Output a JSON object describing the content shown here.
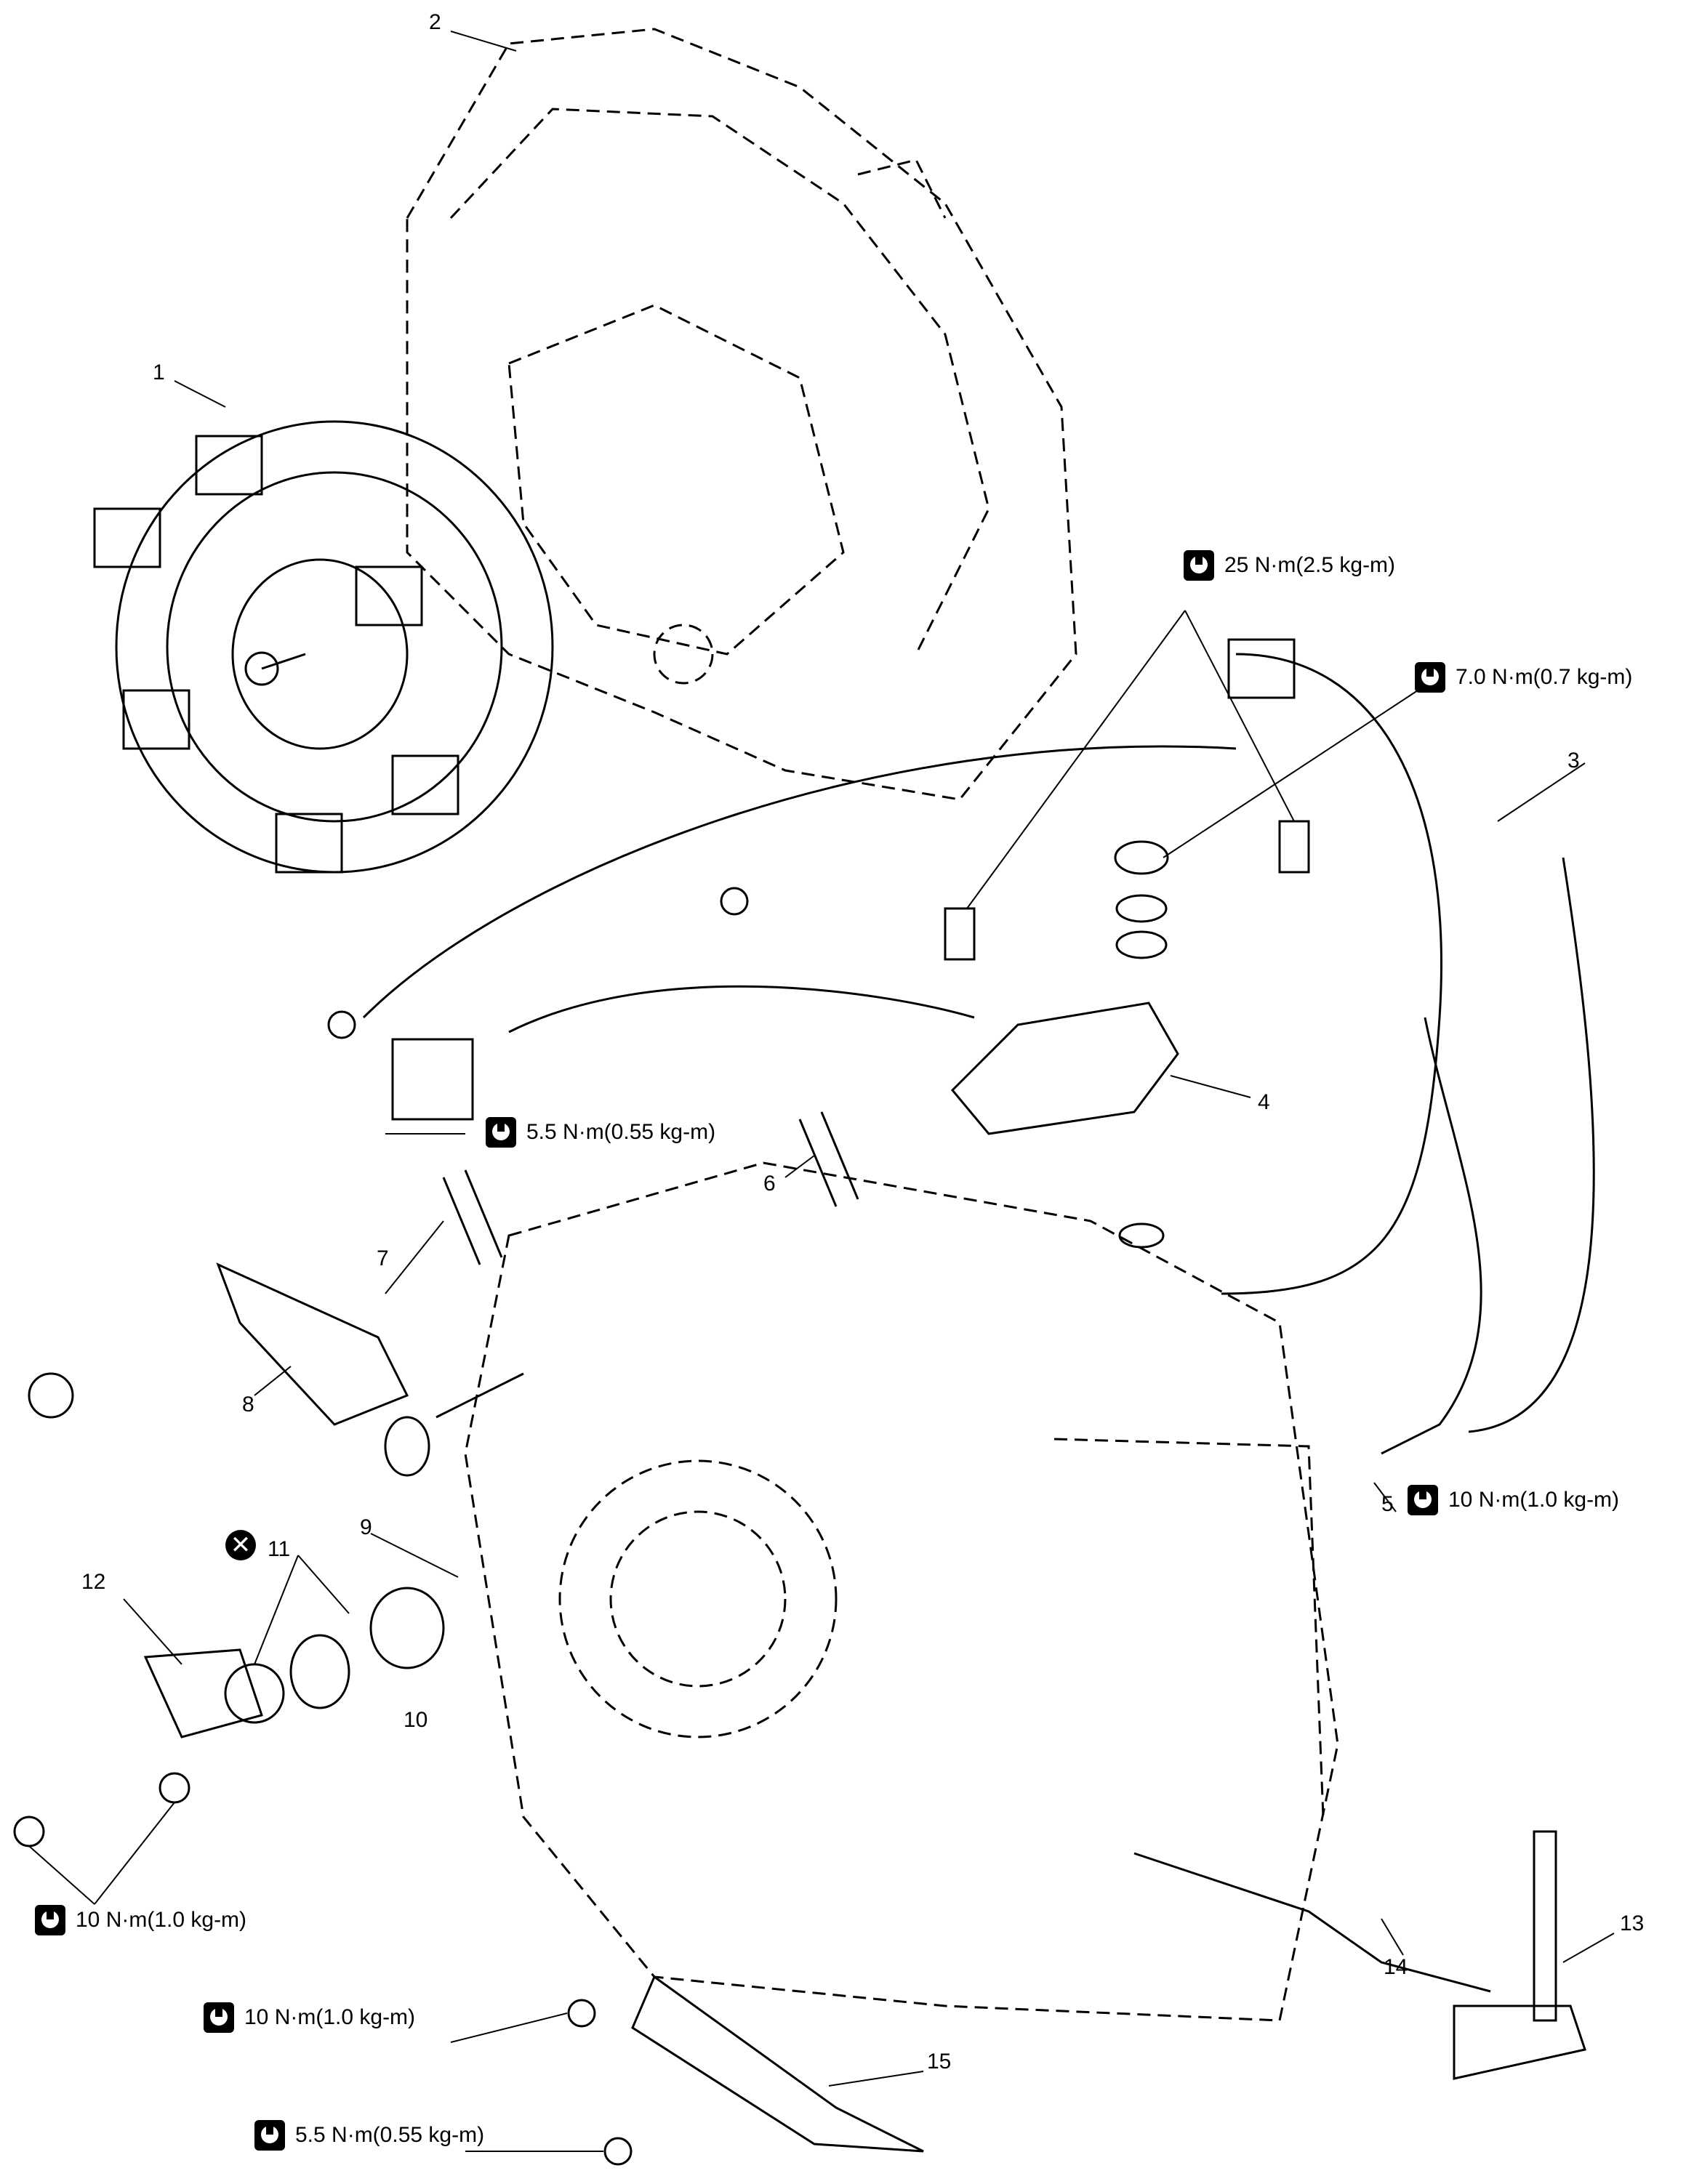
{
  "callouts": [
    "1",
    "2",
    "3",
    "4",
    "5",
    "6",
    "7",
    "8",
    "9",
    "10",
    "11",
    "12",
    "13",
    "14",
    "15"
  ],
  "torques": {
    "t25": "25 N·m(2.5 kg-m)",
    "t7": "7.0 N·m(0.7 kg-m)",
    "t55a": "5.5 N·m(0.55 kg-m)",
    "t10a": "10 N·m(1.0 kg-m)",
    "t10b": "10 N·m(1.0 kg-m)",
    "t10c": "10 N·m(1.0 kg-m)",
    "t55b": "5.5 N·m(0.55 kg-m)"
  },
  "icons": {
    "torque": "torque-wrench-icon",
    "replace": "do-not-reuse-icon"
  },
  "colors": {
    "line": "#000000",
    "background": "#ffffff"
  }
}
